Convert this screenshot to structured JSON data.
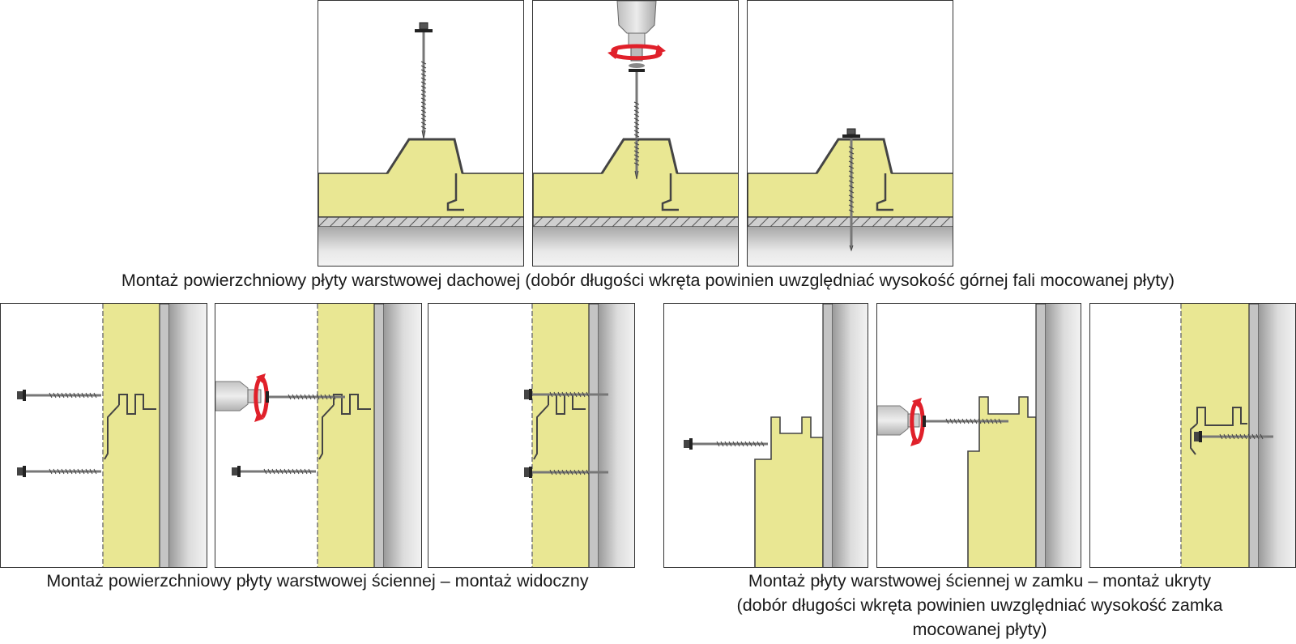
{
  "captions": {
    "roof": "Montaż powierzchniowy płyty warstwowej dachowej (dobór długości wkręta powinien uwzględniać wysokość górnej fali mocowanej płyty)",
    "wall_visible": "Montaż powierzchniowy płyty warstwowej ściennej – montaż widoczny",
    "wall_hidden_line1": "Montaż płyty warstwowej ściennej w zamku – montaż ukryty",
    "wall_hidden_line2": "(dobór długości wkręta powinien uwzględniać wysokość zamka",
    "wall_hidden_line3": "mocowanej płyty)"
  },
  "colors": {
    "foam": "#e9e793",
    "outline": "#333333",
    "steel_dark": "#9a9a9a",
    "steel_light": "#f2f2f2",
    "rotation_arrow": "#e0202a",
    "panel_border": "#333333"
  },
  "icons": [
    "screw-icon",
    "drill-icon",
    "rotation-arrow-icon"
  ]
}
